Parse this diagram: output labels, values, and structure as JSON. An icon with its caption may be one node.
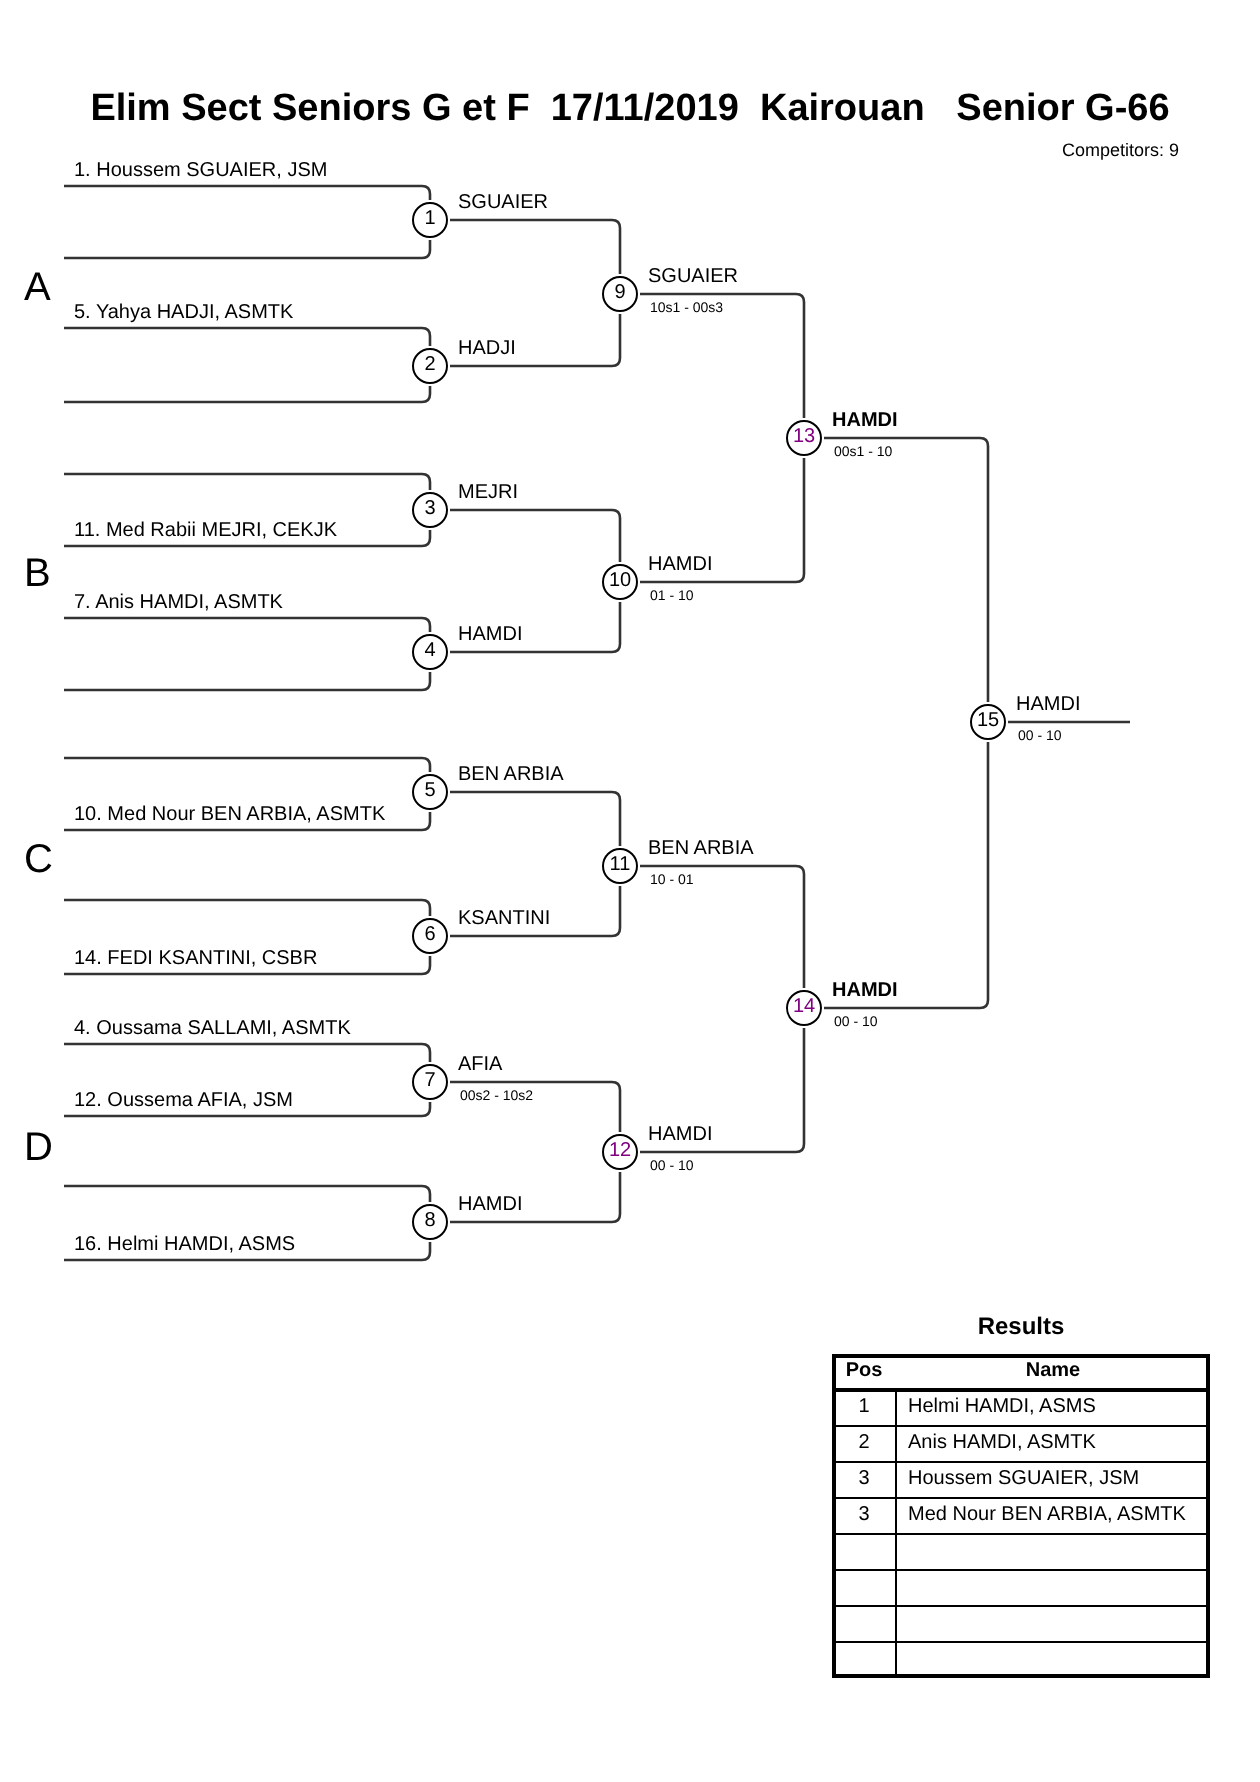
{
  "diagram": {
    "title": "Elim Sect Seniors G et F  17/11/2019  Kairouan   Senior G-66",
    "nodes": [
      {
        "text": [
          "1. Houssem SGUAIER, JSM"
        ]
      },
      {
        "text": [
          "1"
        ],
        "beside": [
          "SGUAIER"
        ]
      },
      {
        "text": [
          "5. Yahya HADJI, ASMTK"
        ]
      },
      {
        "text": [
          "9"
        ],
        "beside": [
          "SGUAIER",
          "10s1 - 00s3"
        ]
      },
      {
        "text": [
          "2"
        ],
        "beside": [
          "HADJI"
        ]
      },
      {
        "text": [
          "13"
        ],
        "beside": [
          "HAMDI",
          "00s1 - 10"
        ]
      },
      {
        "text": [
          "3"
        ],
        "beside": [
          "MEJRI"
        ]
      },
      {
        "text": [
          "11. Med Rabii MEJRI, CEKJK"
        ]
      },
      {
        "text": [
          "10"
        ],
        "beside": [
          "HAMDI",
          "01 - 10"
        ]
      },
      {
        "text": [
          "7. Anis HAMDI, ASMTK"
        ]
      },
      {
        "text": [
          "4"
        ],
        "beside": [
          "HAMDI"
        ]
      },
      {
        "text": [
          "15"
        ],
        "beside": [
          "HAMDI",
          "00 - 10"
        ]
      },
      {
        "text": [
          "5"
        ],
        "beside": [
          "BEN ARBIA"
        ]
      },
      {
        "text": [
          "10. Med Nour BEN ARBIA, ASMTK"
        ]
      },
      {
        "text": [
          "11"
        ],
        "beside": [
          "BEN ARBIA",
          "10 - 01"
        ]
      },
      {
        "text": [
          "6"
        ],
        "beside": [
          "KSANTINI"
        ]
      },
      {
        "text": [
          "14. FEDI KSANTINI, CSBR"
        ]
      },
      {
        "text": [
          "14"
        ],
        "beside": [
          "HAMDI",
          "00 - 10"
        ]
      },
      {
        "text": [
          "4. Oussama SALLAMI, ASMTK"
        ]
      },
      {
        "text": [
          "7"
        ],
        "beside": [
          "AFIA",
          "00s2 - 10s2"
        ]
      },
      {
        "text": [
          "12. Oussema AFIA, JSM"
        ]
      },
      {
        "text": [
          "12"
        ],
        "beside": [
          "HAMDI",
          "00 - 10"
        ]
      },
      {
        "text": [
          "8"
        ],
        "beside": [
          "HAMDI"
        ]
      },
      {
        "text": [
          "16. Helmi HAMDI, ASMS"
        ]
      }
    ],
    "edges": [
      {
        "from": 0,
        "to": 1,
        "arrow": "none"
      },
      {
        "from": null,
        "to": 1,
        "arrow": "none"
      },
      {
        "from": null,
        "to": 4,
        "arrow": "none"
      },
      {
        "from": 2,
        "to": 4,
        "arrow": "none"
      },
      {
        "from": 1,
        "to": 3,
        "arrow": "none"
      },
      {
        "from": 4,
        "to": 3,
        "arrow": "none"
      },
      {
        "from": null,
        "to": 6,
        "arrow": "none"
      },
      {
        "from": 7,
        "to": 6,
        "arrow": "none"
      },
      {
        "from": 9,
        "to": 10,
        "arrow": "none"
      },
      {
        "from": null,
        "to": 10,
        "arrow": "none"
      },
      {
        "from": 6,
        "to": 8,
        "arrow": "none"
      },
      {
        "from": 10,
        "to": 8,
        "arrow": "none"
      },
      {
        "from": 3,
        "to": 5,
        "arrow": "none"
      },
      {
        "from": 8,
        "to": 5,
        "arrow": "none"
      },
      {
        "from": null,
        "to": 12,
        "arrow": "none"
      },
      {
        "from": 13,
        "to": 12,
        "arrow": "none"
      },
      {
        "from": null,
        "to": 15,
        "arrow": "none"
      },
      {
        "from": 16,
        "to": 15,
        "arrow": "none"
      },
      {
        "from": 18,
        "to": 19,
        "arrow": "none"
      },
      {
        "from": 20,
        "to": 19,
        "arrow": "none"
      },
      {
        "from": null,
        "to": 22,
        "arrow": "none"
      },
      {
        "from": 23,
        "to": 22,
        "arrow": "none"
      },
      {
        "from": 12,
        "to": 14,
        "arrow": "none"
      },
      {
        "from": 15,
        "to": 14,
        "arrow": "none"
      },
      {
        "from": 19,
        "to": 21,
        "arrow": "none"
      },
      {
        "from": 22,
        "to": 21,
        "arrow": "none"
      },
      {
        "from": 14,
        "to": 17,
        "arrow": "none"
      },
      {
        "from": 21,
        "to": 17,
        "arrow": "none"
      },
      {
        "from": 5,
        "to": 11,
        "arrow": "none"
      },
      {
        "from": 17,
        "to": 11,
        "arrow": "none"
      },
      {
        "from": 11,
        "to": null,
        "arrow": "none"
      }
    ],
    "labels": [
      "Competitors: 9",
      "A",
      "B",
      "C",
      "D",
      "Results",
      "Pos",
      "Name",
      "1",
      "Helmi HAMDI, ASMS",
      "2",
      "Anis HAMDI, ASMTK",
      "3",
      "Houssem SGUAIER, JSM",
      "3",
      "Med Nour BEN ARBIA, ASMTK"
    ]
  }
}
